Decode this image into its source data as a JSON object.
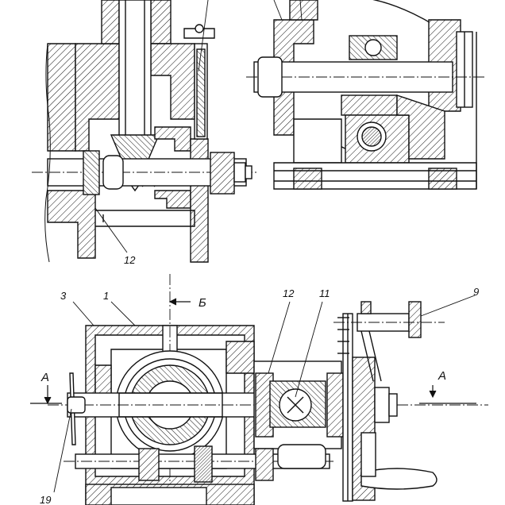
{
  "labels": {
    "view_top_left_part": "12",
    "section_mark_b": "Б",
    "section_mark_a_left": "А",
    "section_mark_a_right": "А",
    "part_3": "3",
    "part_1": "1",
    "part_12": "12",
    "part_11": "11",
    "part_9": "9",
    "part_19": "19"
  },
  "colors": {
    "ink": "#111111",
    "paper": "#ffffff"
  }
}
